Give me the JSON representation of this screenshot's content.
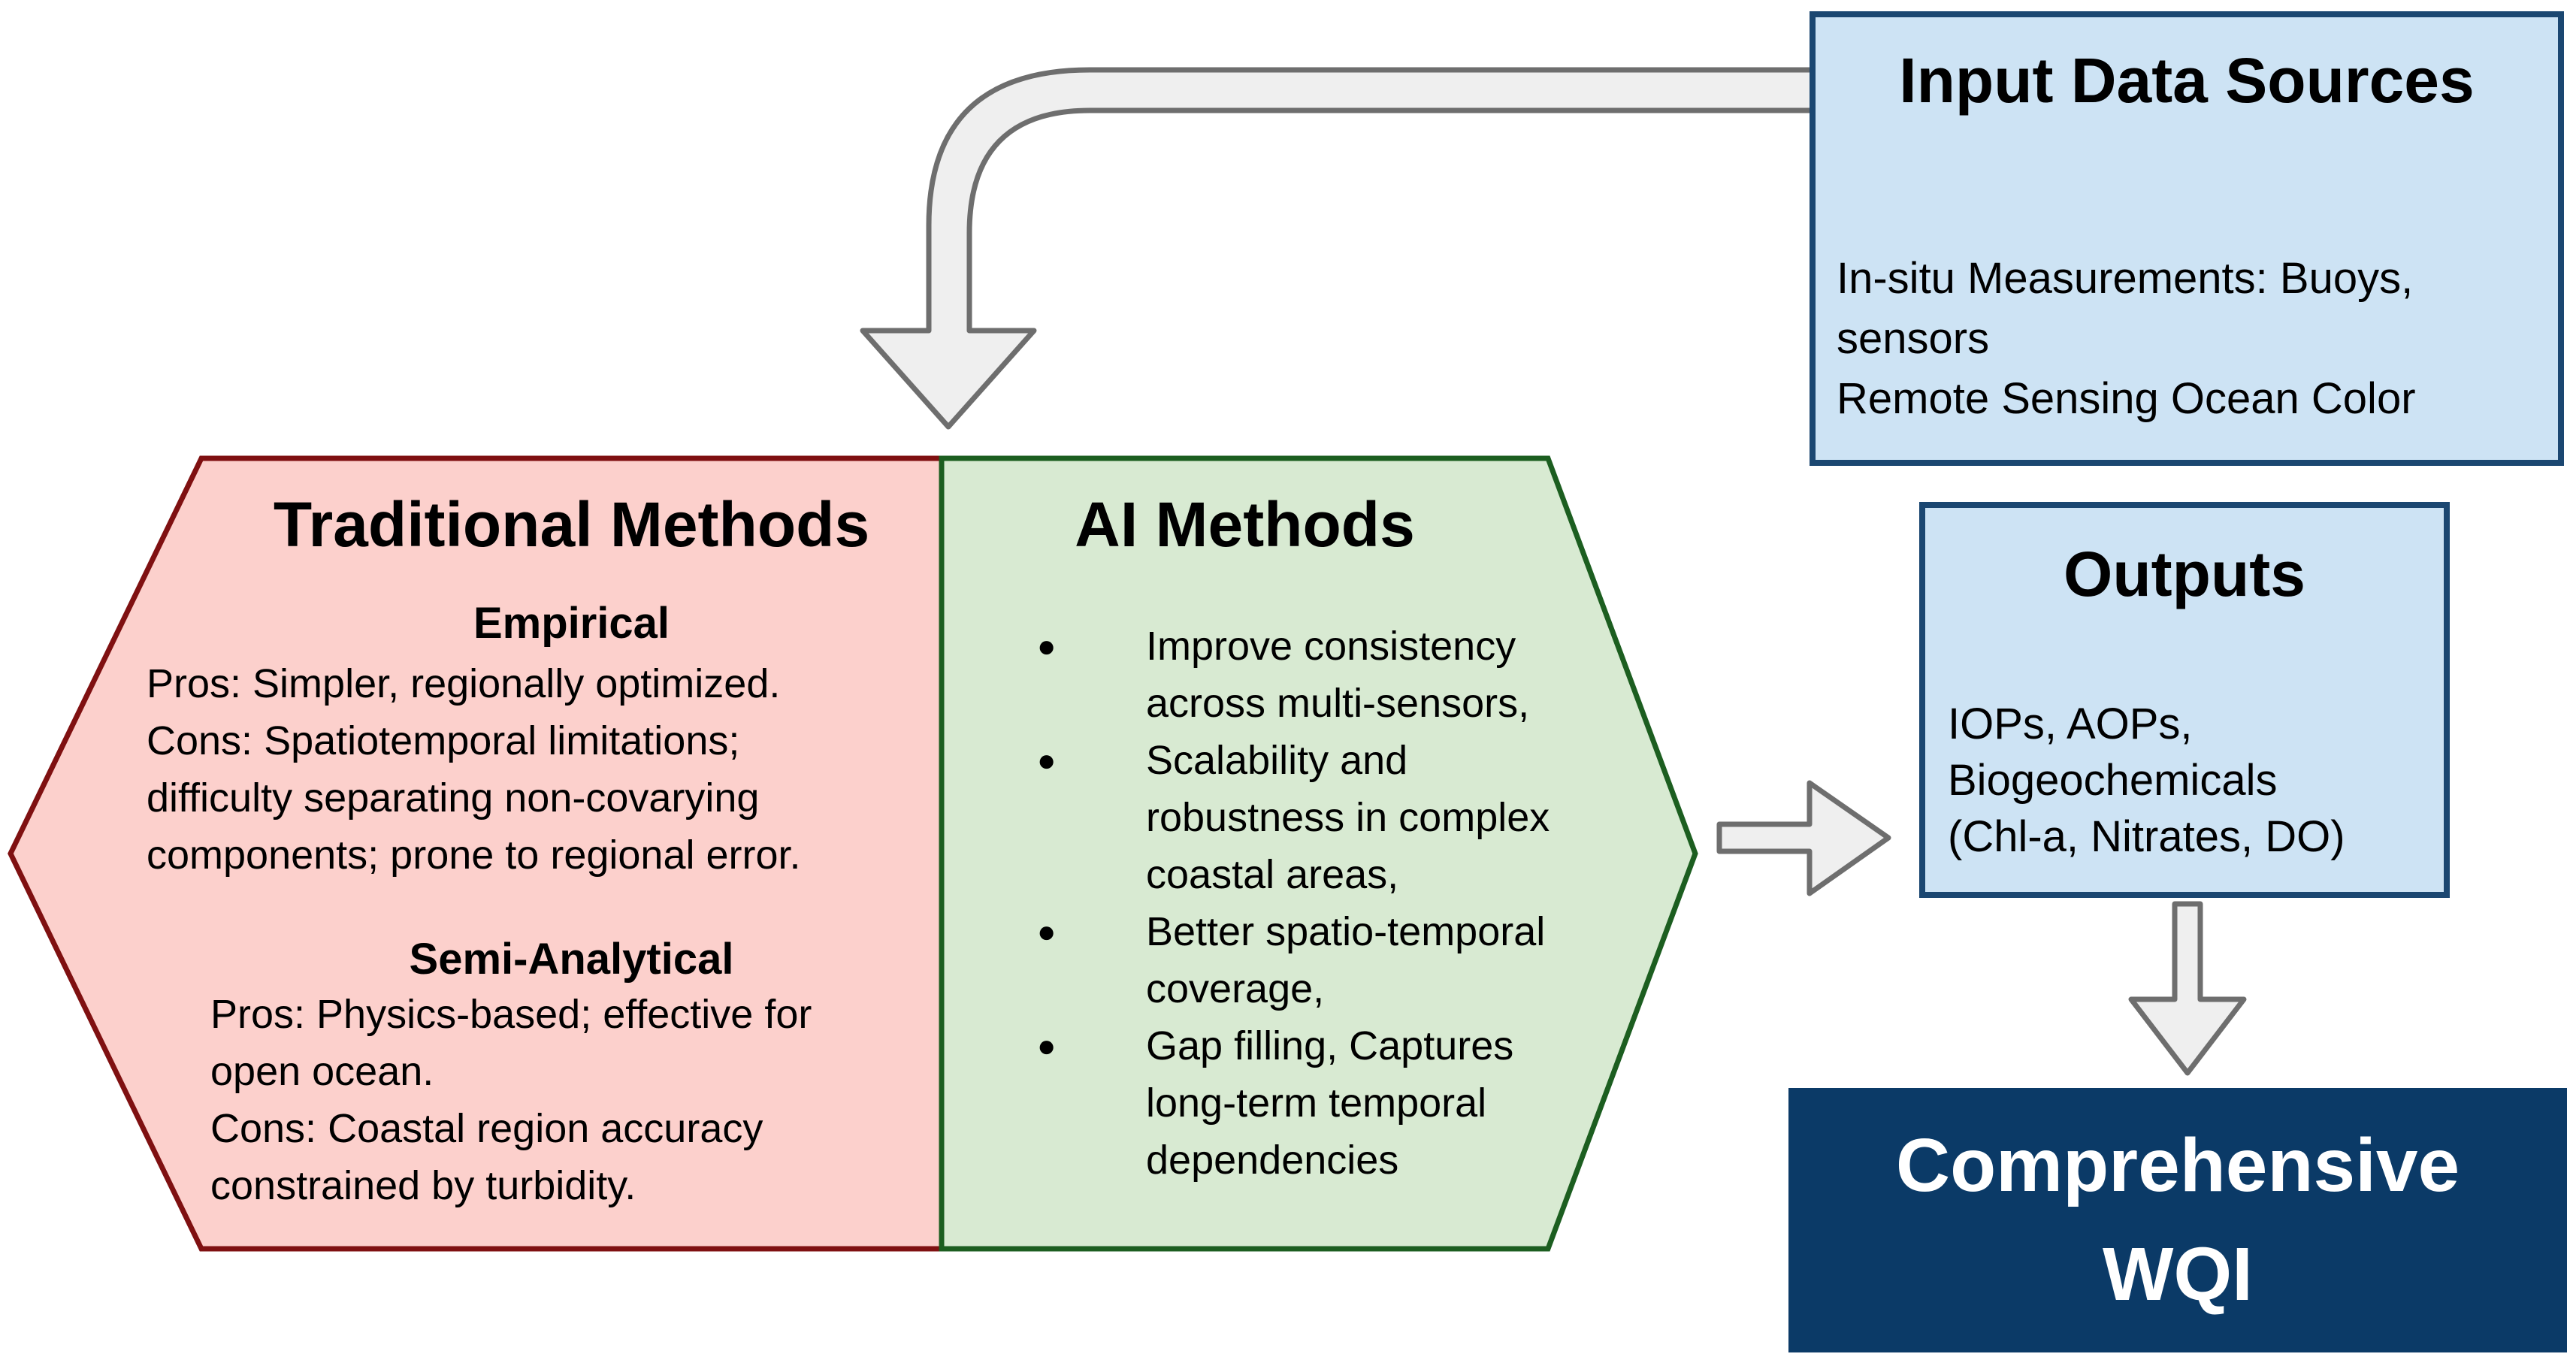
{
  "input_box": {
    "title": "Input Data Sources",
    "lines": [
      "In-situ Measurements: Buoys,",
      "sensors",
      "Remote Sensing Ocean Color"
    ]
  },
  "traditional": {
    "title": "Traditional Methods",
    "sections": [
      {
        "heading": "Empirical",
        "lines": [
          "Pros: Simpler, regionally optimized.",
          "Cons: Spatiotemporal limitations;",
          "difficulty separating non-covarying",
          "components; prone to regional error."
        ]
      },
      {
        "heading": "Semi-Analytical",
        "lines": [
          "Pros: Physics-based; effective for",
          "open ocean.",
          "Cons: Coastal region accuracy",
          "constrained by turbidity."
        ]
      }
    ]
  },
  "ai": {
    "title": "AI Methods",
    "bullet_glyph": "●",
    "bullets": [
      {
        "lines": [
          "Improve consistency",
          "across multi-sensors,"
        ]
      },
      {
        "lines": [
          "Scalability and",
          "robustness in complex",
          "coastal areas,"
        ]
      },
      {
        "lines": [
          "Better spatio-temporal",
          "coverage,"
        ]
      },
      {
        "lines": [
          "Gap filling, Captures",
          "long-term temporal",
          "dependencies"
        ]
      }
    ]
  },
  "outputs_box": {
    "title": "Outputs",
    "lines": [
      "IOPs, AOPs,",
      "Biogeochemicals",
      "(Chl-a, Nitrates, DO)"
    ]
  },
  "wqi_box": {
    "lines": [
      "Comprehensive",
      "WQI"
    ]
  },
  "colors": {
    "traditional_fill": "#fcd0cc",
    "traditional_border": "#7f1011",
    "ai_fill": "#d8ead2",
    "ai_border": "#1c5e20",
    "data_box_fill": "#cde3f4",
    "data_box_border": "#1b4771",
    "wqi_fill": "#0b3a67",
    "wqi_text": "#ffffff",
    "arrow_fill": "#efefef",
    "arrow_stroke": "#6e6e6e",
    "text": "#000000"
  }
}
